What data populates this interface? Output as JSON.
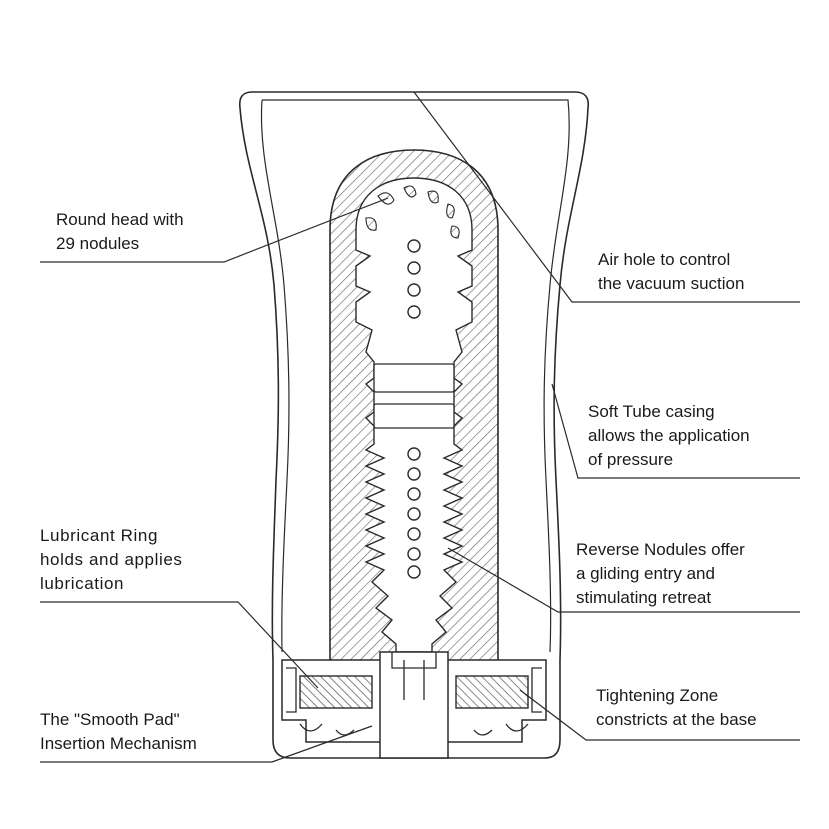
{
  "callouts": {
    "round_head": [
      "Round head with",
      "29 nodules"
    ],
    "air_hole": [
      "Air hole to control",
      "the vacuum suction"
    ],
    "soft_tube": [
      "Soft Tube casing",
      "allows the application",
      "of pressure"
    ],
    "lubricant_ring": [
      "Lubricant Ring",
      "holds and applies",
      "lubrication"
    ],
    "reverse_nodules": [
      "Reverse Nodules offer",
      "a gliding entry and",
      "stimulating retreat"
    ],
    "smooth_pad": [
      "The \"Smooth Pad\"",
      "Insertion Mechanism"
    ],
    "tightening_zone": [
      "Tightening Zone",
      "constricts at the base"
    ]
  },
  "colors": {
    "line": "#2a2a2a",
    "hatch": "#6a6a6a",
    "background": "#ffffff"
  }
}
